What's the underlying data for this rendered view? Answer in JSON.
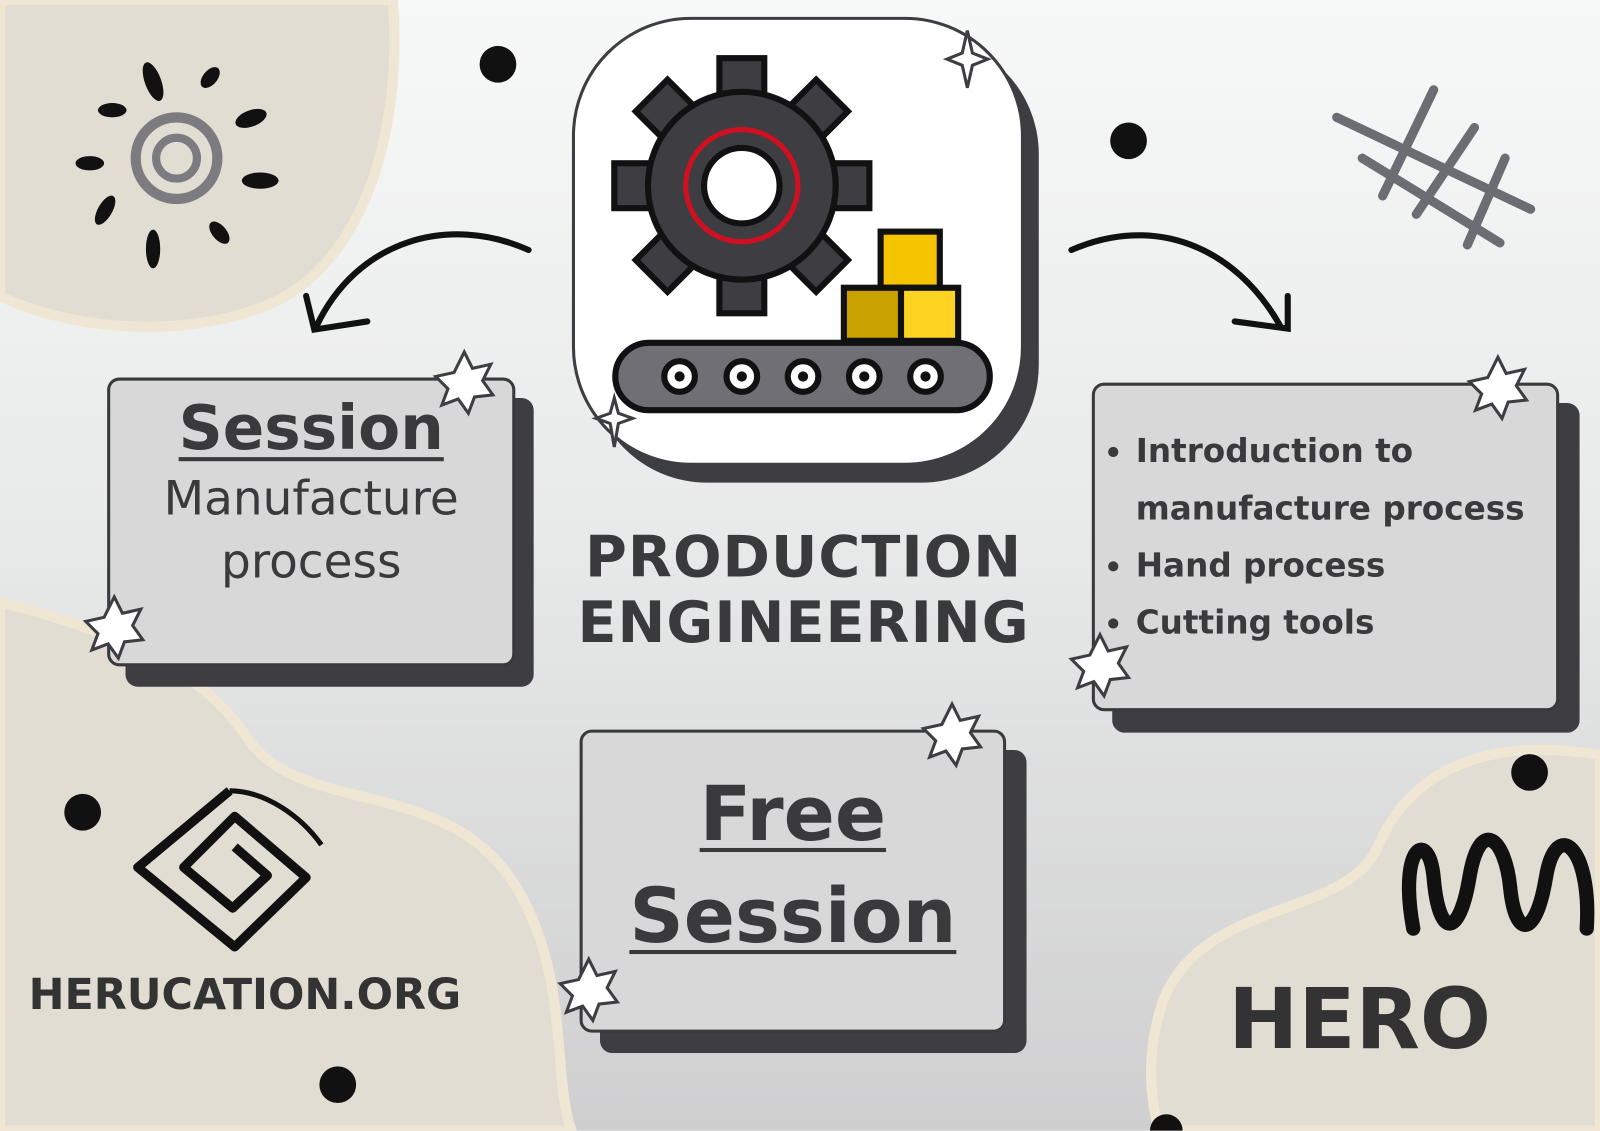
{
  "title": {
    "line1": "PRODUCTION",
    "line2": "ENGINEERING"
  },
  "left_box": {
    "heading": "Session",
    "line1": "Manufacture",
    "line2": "process"
  },
  "right_box": {
    "items": [
      "Introduction to manufacture process",
      "Hand process",
      "Cutting tools"
    ]
  },
  "bottom_box": {
    "line1": "Free",
    "line2": "Session"
  },
  "brand": {
    "website": "HERUCATION.ORG",
    "logo_text": "HERO"
  },
  "colors": {
    "dark": "#3a3a3d",
    "box": "#d8d8d8",
    "beige": "#e2ddd2",
    "yellow": "#f5c400",
    "red": "#d01020"
  }
}
